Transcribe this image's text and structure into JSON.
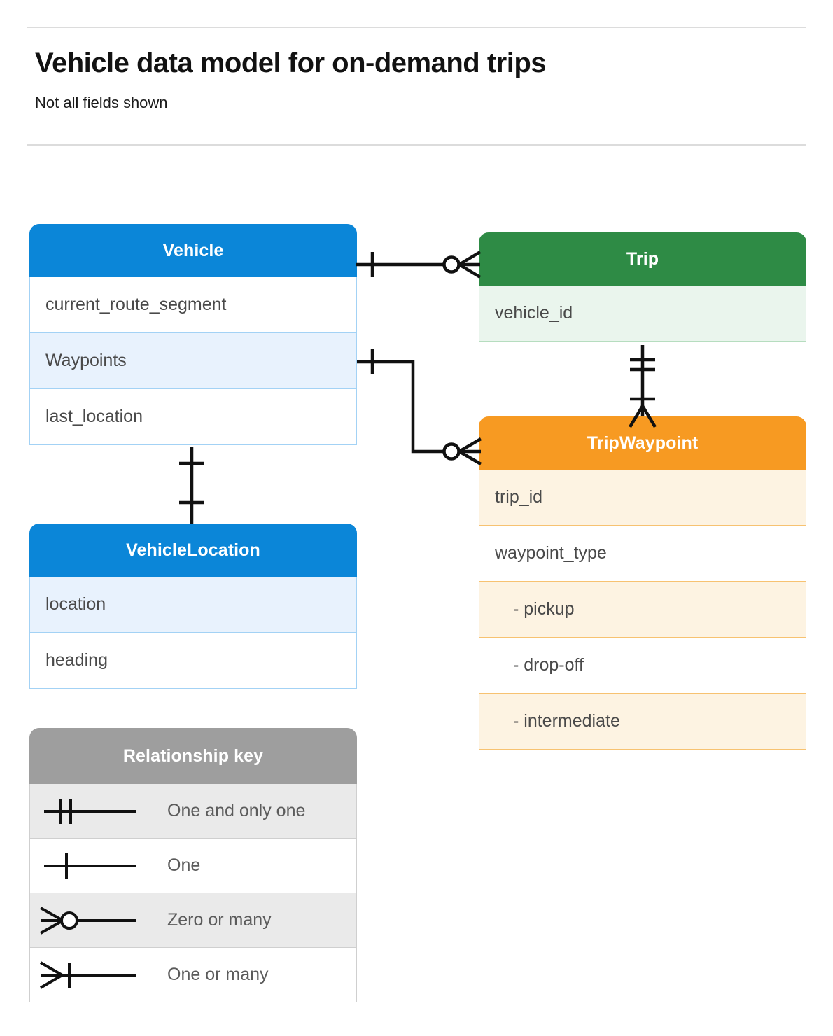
{
  "header": {
    "title": "Vehicle data model for on-demand trips",
    "subtitle": "Not all fields shown"
  },
  "colors": {
    "blue": "#0b86d8",
    "green": "#2e8b45",
    "orange": "#f79a22",
    "grey": "#9e9e9e",
    "connector": "#111111",
    "text": "#4a4a4a"
  },
  "entities": [
    {
      "name": "Vehicle",
      "color": "blue",
      "fields": [
        "current_route_segment",
        "Waypoints",
        "last_location"
      ]
    },
    {
      "name": "Trip",
      "color": "green",
      "fields": [
        "vehicle_id"
      ]
    },
    {
      "name": "TripWaypoint",
      "color": "orange",
      "fields": [
        "trip_id",
        "waypoint_type",
        "-  pickup",
        "-  drop-off",
        "-  intermediate"
      ]
    },
    {
      "name": "VehicleLocation",
      "color": "blue",
      "fields": [
        "location",
        "heading"
      ]
    }
  ],
  "legend": {
    "title": "Relationship key",
    "rows": [
      {
        "symbol": "one-and-only-one",
        "label": "One and only one"
      },
      {
        "symbol": "one",
        "label": "One"
      },
      {
        "symbol": "zero-or-many",
        "label": "Zero or many"
      },
      {
        "symbol": "one-or-many",
        "label": "One or many"
      }
    ]
  },
  "relationships": [
    {
      "from": "Vehicle",
      "to": "Trip",
      "from_cardinality": "one",
      "to_cardinality": "zero-or-many"
    },
    {
      "from": "Vehicle.Waypoints",
      "to": "TripWaypoint",
      "from_cardinality": "one",
      "to_cardinality": "zero-or-many"
    },
    {
      "from": "Trip",
      "to": "TripWaypoint",
      "from_cardinality": "one-and-only-one",
      "to_cardinality": "one-or-many"
    },
    {
      "from": "Vehicle",
      "to": "VehicleLocation",
      "from_cardinality": "one",
      "to_cardinality": "one"
    }
  ]
}
